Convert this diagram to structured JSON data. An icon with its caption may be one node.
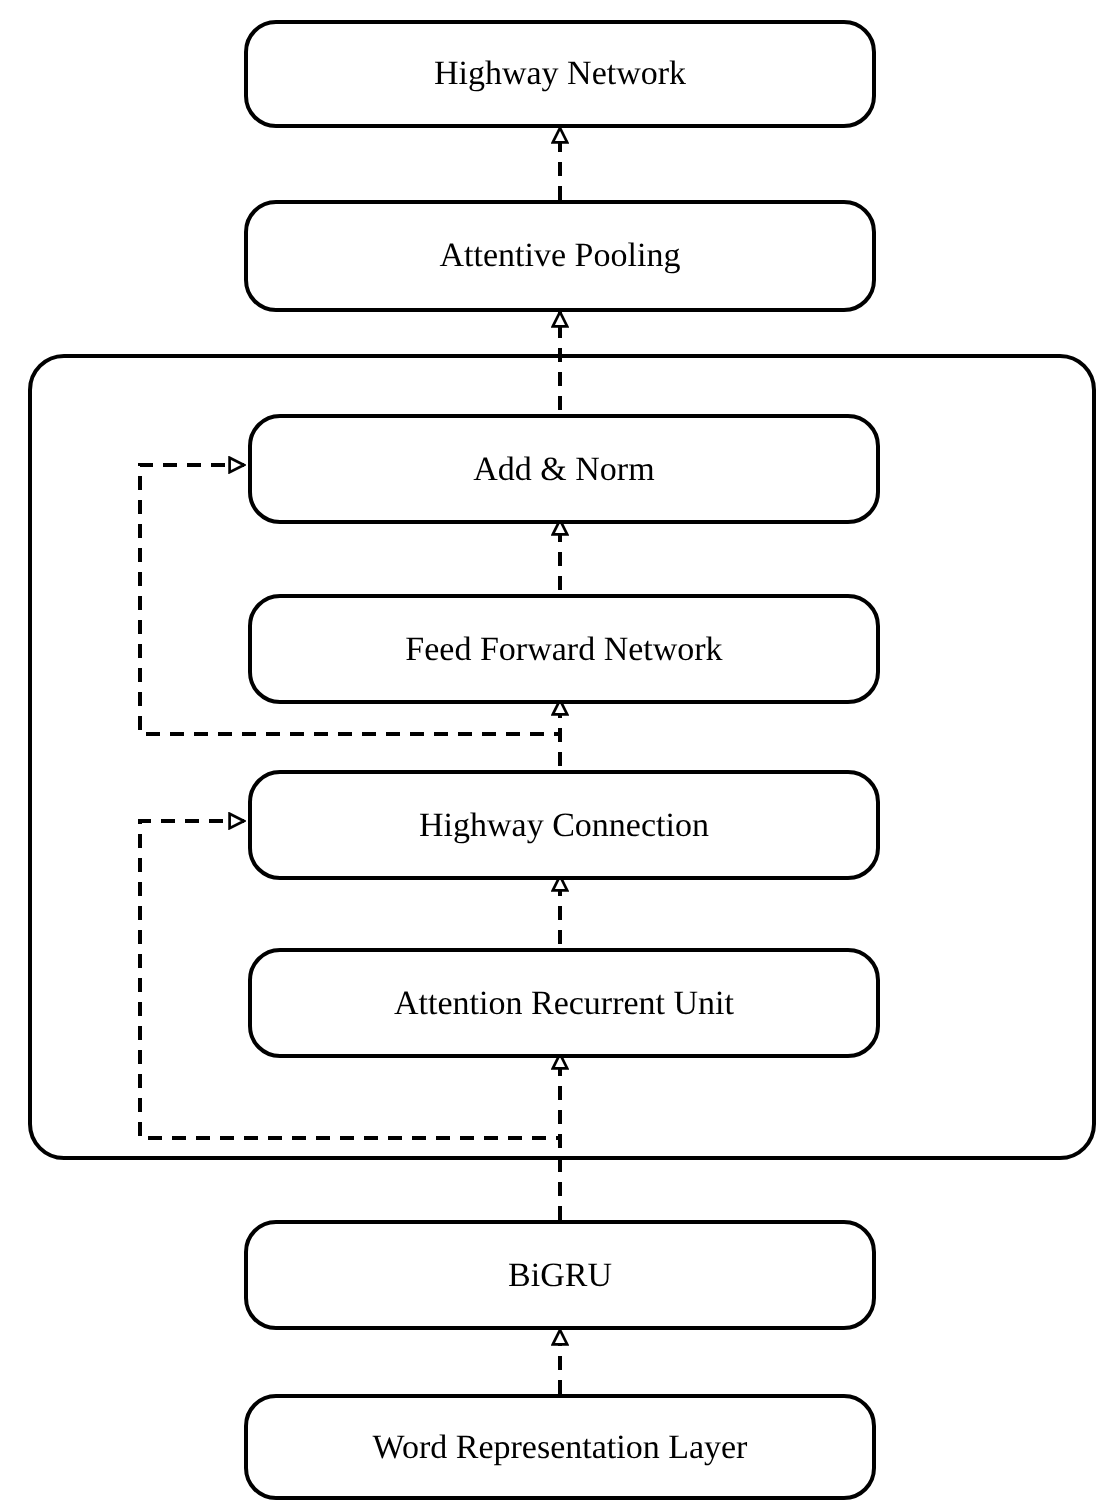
{
  "diagram": {
    "nodes": [
      {
        "text": [
          "Highway Network"
        ]
      },
      {
        "text": [
          "Attentive Pooling"
        ]
      },
      {
        "text": [],
        "shape": "box"
      },
      {
        "text": [
          "Add & Norm"
        ],
        "in": 2
      },
      {
        "text": [
          "Feed Forward Network"
        ],
        "in": 2
      },
      {
        "text": [
          "Highway Connection"
        ],
        "in": 2
      },
      {
        "text": [
          "Attention Recurrent Unit"
        ],
        "in": 2
      },
      {
        "text": [
          "BiGRU"
        ]
      },
      {
        "text": [
          "Word Representation Layer"
        ]
      }
    ],
    "edges": [
      {
        "from": 8,
        "to": 7,
        "arrow": "to",
        "style": "dashed"
      },
      {
        "from": 7,
        "to": 6,
        "arrow": "to",
        "style": "dashed"
      },
      {
        "from": 7,
        "to": 5,
        "arrow": "to",
        "style": "dashed"
      },
      {
        "from": 6,
        "to": 5,
        "arrow": "to",
        "style": "dashed"
      },
      {
        "from": 5,
        "to": 4,
        "arrow": "to",
        "style": "dashed"
      },
      {
        "from": 5,
        "to": 3,
        "arrow": "to",
        "style": "dashed"
      },
      {
        "from": 4,
        "to": 3,
        "arrow": "to",
        "style": "dashed"
      },
      {
        "from": 3,
        "to": 1,
        "arrow": "to",
        "style": "dashed"
      },
      {
        "from": 1,
        "to": 0,
        "arrow": "to",
        "style": "dashed"
      }
    ]
  }
}
